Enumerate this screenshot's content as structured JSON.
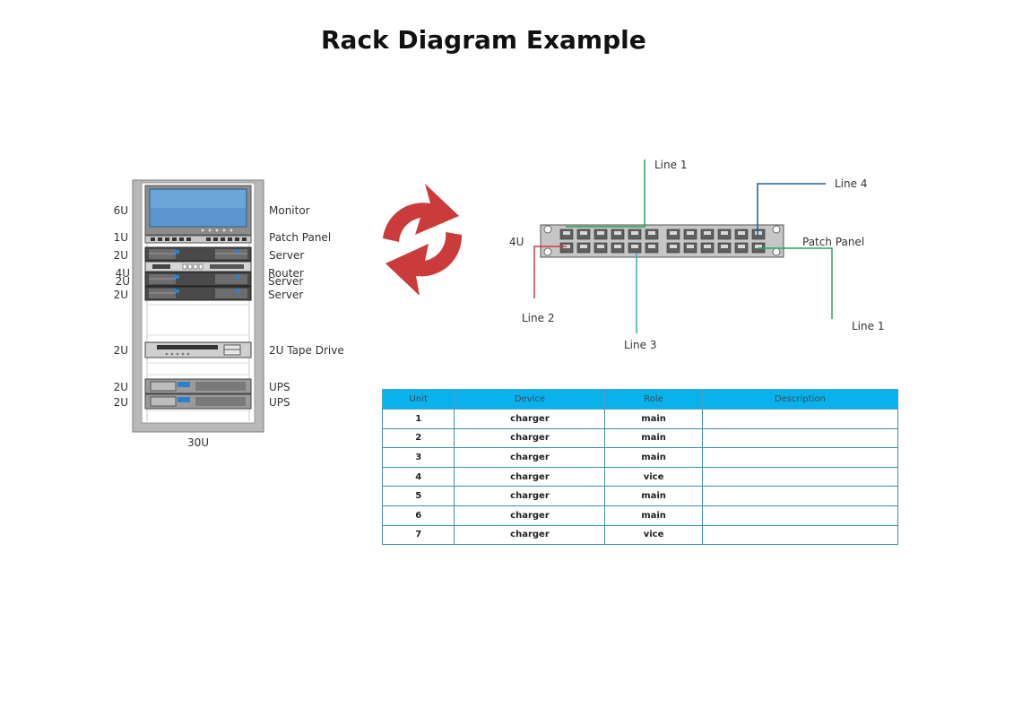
{
  "title": "Rack Diagram Example",
  "rack": {
    "devices": [
      {
        "size": "6U",
        "label": "Monitor"
      },
      {
        "size": "1U",
        "label": "Patch Panel"
      },
      {
        "size": "2U",
        "label": "Server"
      },
      {
        "size": "4U",
        "label": "Router"
      },
      {
        "size": "2U",
        "label": "Server"
      },
      {
        "size": "2U",
        "label": "Server"
      },
      {
        "size": "2U",
        "label": "2U Tape Drive"
      },
      {
        "size": "2U",
        "label": "UPS"
      },
      {
        "size": "2U",
        "label": "UPS"
      }
    ],
    "total": "30U"
  },
  "patch_panel": {
    "size": "4U",
    "label": "Patch Panel",
    "lines": [
      {
        "name": "Line 1",
        "color": "#2aa35a"
      },
      {
        "name": "Line 4",
        "color": "#1f5f9e"
      },
      {
        "name": "Line 2",
        "color": "#d23a3a"
      },
      {
        "name": "Line 3",
        "color": "#3aa7c9"
      },
      {
        "name": "Line 1",
        "color": "#2aa35a"
      }
    ]
  },
  "refresh_icon_color": "#cc3b3b",
  "table": {
    "headers": [
      "Unit",
      "Device",
      "Role",
      "Description"
    ],
    "rows": [
      [
        "1",
        "charger",
        "main",
        ""
      ],
      [
        "2",
        "charger",
        "main",
        ""
      ],
      [
        "3",
        "charger",
        "main",
        ""
      ],
      [
        "4",
        "charger",
        "vice",
        ""
      ],
      [
        "5",
        "charger",
        "main",
        ""
      ],
      [
        "6",
        "charger",
        "main",
        ""
      ],
      [
        "7",
        "charger",
        "vice",
        ""
      ]
    ]
  }
}
